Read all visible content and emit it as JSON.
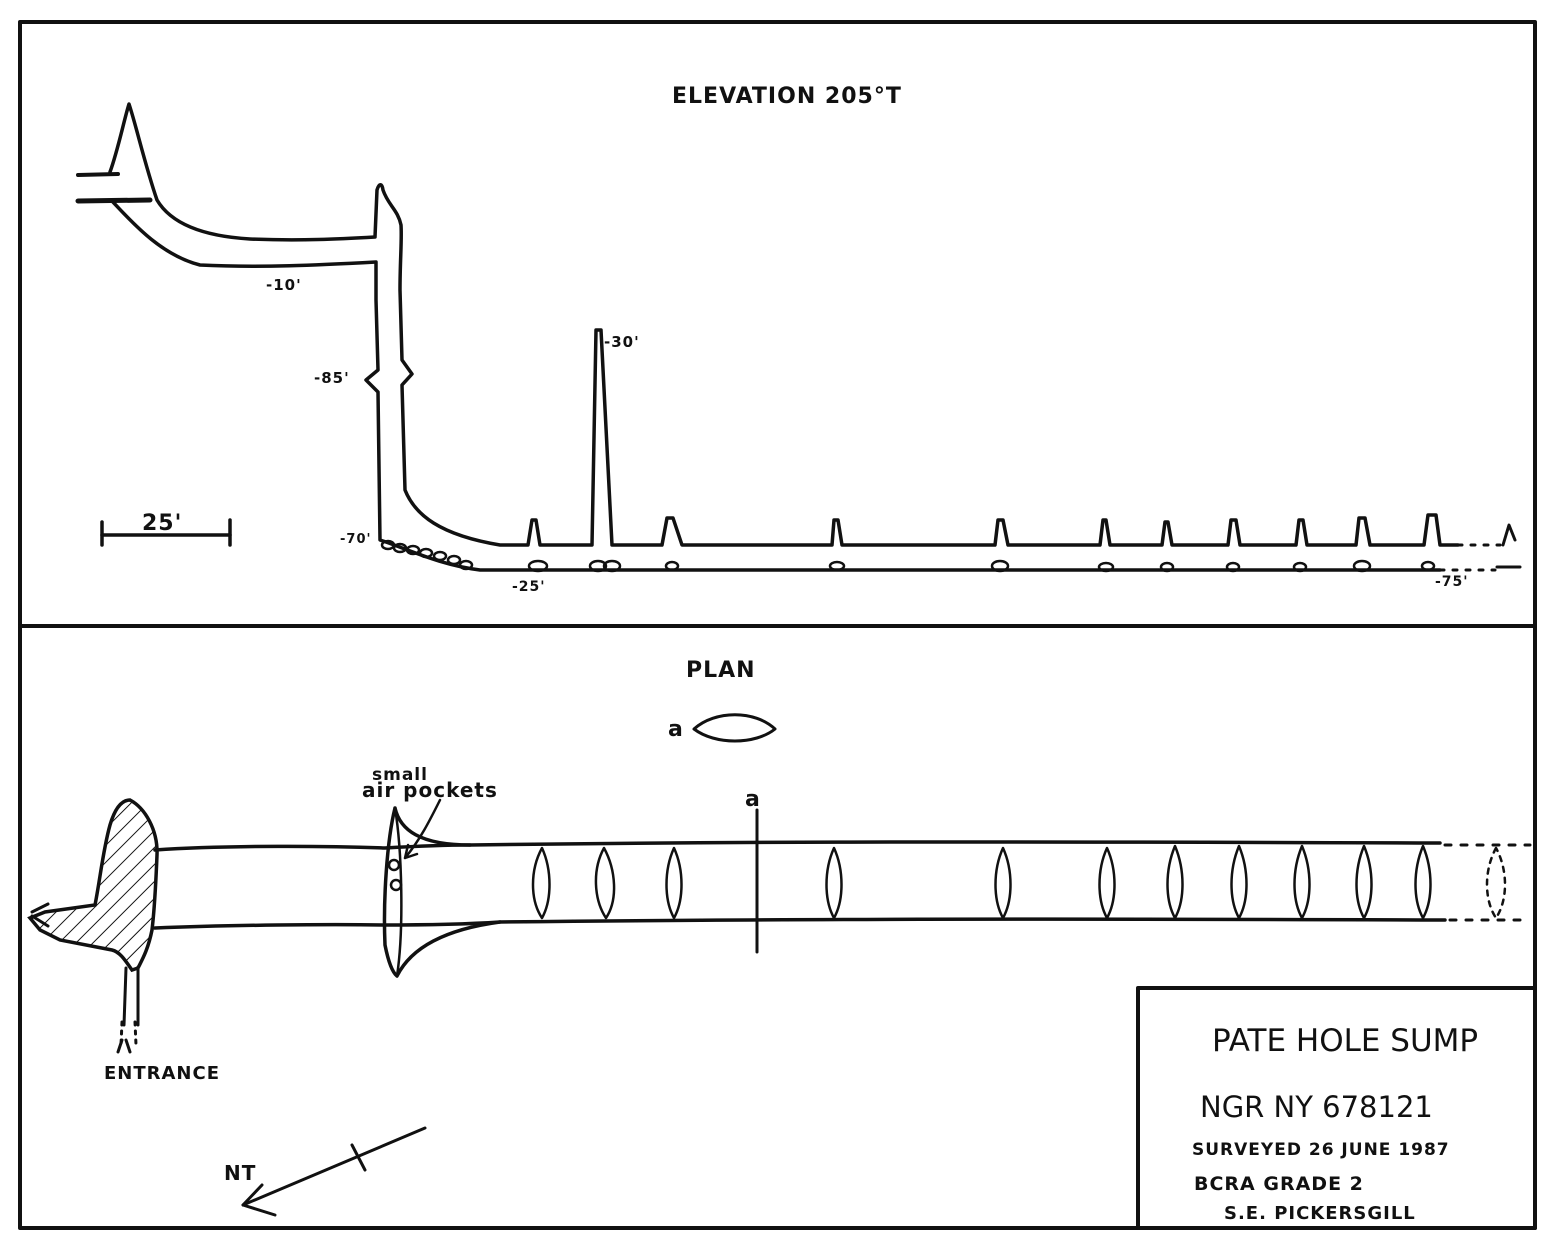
{
  "elevation": {
    "title": "ELEVATION 205°T",
    "scale_label": "25'",
    "depths": {
      "d10": "-10'",
      "d85": "-85'",
      "d30": "-30'",
      "d70": "-70'",
      "d25": "-25'",
      "d75": "-75'"
    }
  },
  "plan": {
    "title": "PLAN",
    "section_marker": "a",
    "section_marker_line": "a",
    "air_pockets_line1": "small",
    "air_pockets_line2": "air pockets",
    "entrance_label": "ENTRANCE",
    "north_label": "NT"
  },
  "title_block": {
    "name": "PATE HOLE SUMP",
    "grid_ref": "NGR NY 678121",
    "surveyed": "SURVEYED 26 JUNE 1987",
    "grade": "BCRA GRADE 2",
    "surveyor": "S.E. PICKERSGILL"
  },
  "colors": {
    "ink": "#111111",
    "paper": "#ffffff"
  }
}
